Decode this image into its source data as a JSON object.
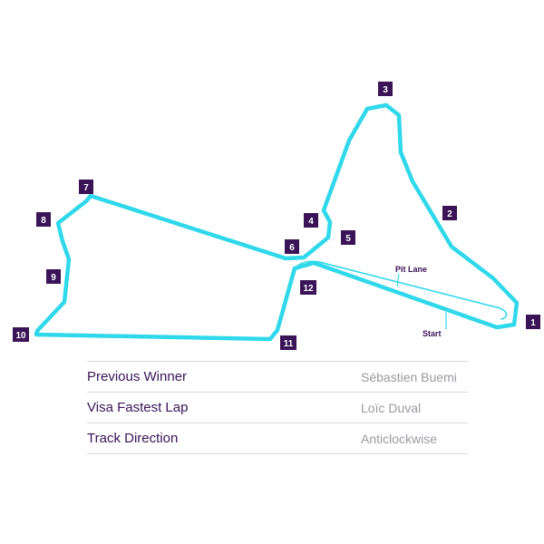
{
  "colors": {
    "track": "#2fd8ea",
    "pit_lane": "#2fd8ea",
    "turn_marker": "#3a1457",
    "label_text": "#3a1457",
    "value_text": "#9a9aa2"
  },
  "map": {
    "pit_lane_label": "Pit Lane",
    "start_label": "Start",
    "turns": [
      "1",
      "2",
      "3",
      "4",
      "5",
      "6",
      "7",
      "8",
      "9",
      "10",
      "11",
      "12"
    ]
  },
  "info": [
    {
      "label": "Previous Winner",
      "value": "Sébastien Buemi"
    },
    {
      "label": "Visa Fastest Lap",
      "value": "Loïc Duval"
    },
    {
      "label": "Track Direction",
      "value": "Anticlockwise"
    }
  ]
}
